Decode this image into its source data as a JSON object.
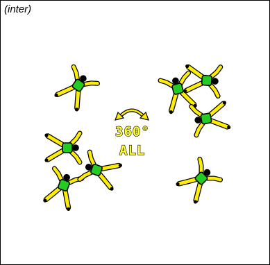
{
  "header": {
    "label": "(inter)"
  },
  "center": {
    "rotation_text": "360°",
    "all_text": "ALL"
  },
  "colors": {
    "limb": "#ffee00",
    "torso": "#22cc22",
    "outline": "#000000",
    "head": "#000000"
  },
  "icons": {
    "rotation": "rotate-arrows-icon"
  }
}
